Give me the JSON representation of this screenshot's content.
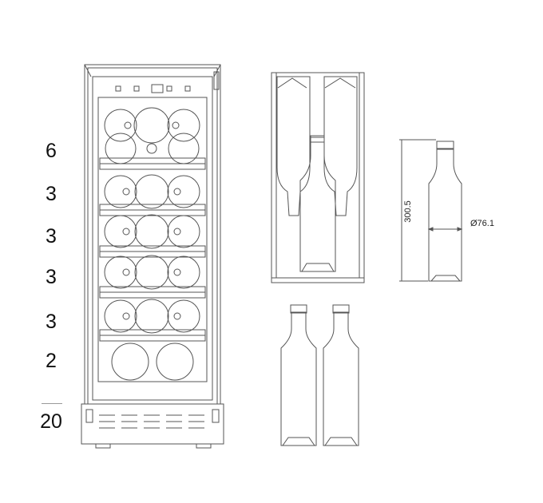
{
  "shelf_counts": [
    "6",
    "3",
    "3",
    "3",
    "3",
    "2"
  ],
  "total_bottles": "20",
  "bottle_height_dim": "300.5",
  "bottle_diameter_dim": "Ø76.1",
  "colors": {
    "line": "#555555",
    "text": "#111111"
  }
}
